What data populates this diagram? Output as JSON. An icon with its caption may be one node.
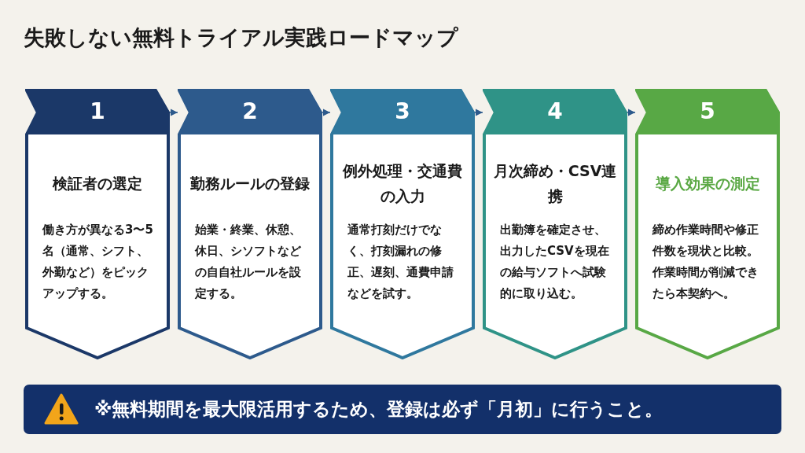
{
  "diagram": {
    "title": "失敗しない無料トライアル実践ロードマップ",
    "nodes": [
      {
        "text": [
          "1",
          "検証者の選定",
          "働き方が異なる3〜5名（通常、シフト、外勤など）をピックアップする。"
        ]
      },
      {
        "text": [
          "2",
          "勤務ルールの登録",
          "始業・終業、休憩、休日、シソフトなどの自自社ルールを設定する。"
        ]
      },
      {
        "text": [
          "3",
          "例外処理・交通費の入力",
          "通常打刻だけでなく、打刻漏れの修正、遅刻、通費申請などを試す。"
        ]
      },
      {
        "text": [
          "4",
          "月次締め・CSV連携",
          "出勤簿を確定させ、出力したCSVを現在の給与ソフトへ試験的に取り込む。"
        ]
      },
      {
        "text": [
          "5",
          "導入効果の測定",
          "締め作業時間や修正件数を現状と比較。作業時間が削減できたら本契約へ。"
        ]
      },
      {
        "text": [
          "※無料期間を最大限活用するため、登録は必ず「月初」に行うこと。"
        ]
      }
    ],
    "edges": [
      {
        "from": 0,
        "to": 1,
        "arrow": "to"
      },
      {
        "from": 1,
        "to": 2,
        "arrow": "to"
      },
      {
        "from": 2,
        "to": 3,
        "arrow": "to"
      },
      {
        "from": 3,
        "to": 4,
        "arrow": "to"
      }
    ]
  }
}
